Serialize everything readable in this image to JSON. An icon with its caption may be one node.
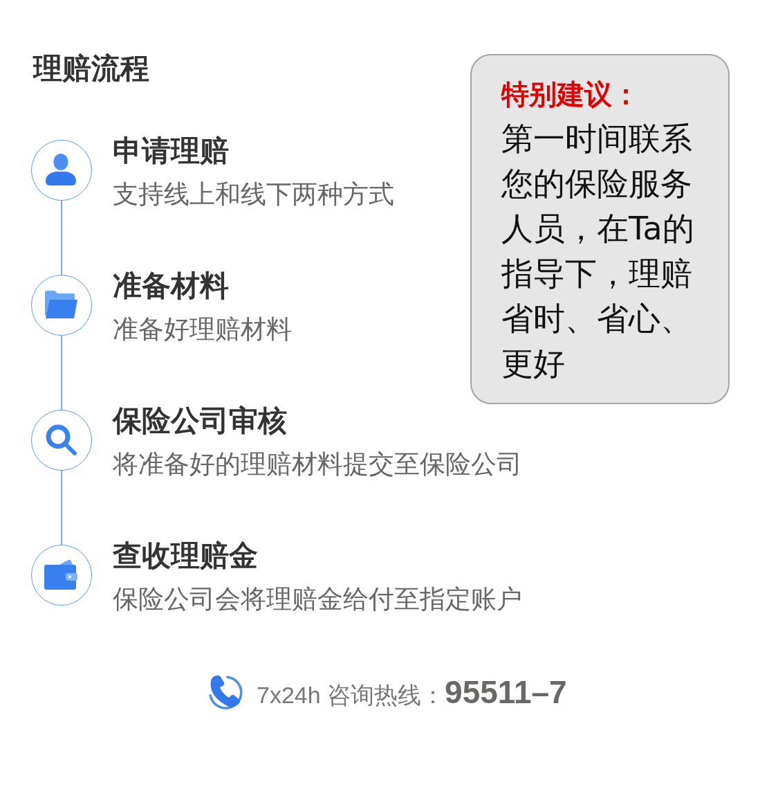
{
  "diagram": {
    "title": "理赔流程",
    "nodes": [
      {
        "text": [],
        "shape": "circle",
        "beside": [
          "申请理赔",
          "支持线上和线下两种方式"
        ]
      },
      {
        "text": [],
        "shape": "circle",
        "beside": [
          "准备材料",
          "准备好理赔材料"
        ]
      },
      {
        "text": [],
        "shape": "circle",
        "beside": [
          "保险公司审核",
          "将准备好的理赔材料提交至保险公司"
        ]
      },
      {
        "text": [],
        "shape": "circle",
        "beside": [
          "查收理赔金",
          "保险公司会将理赔金给付至指定账户"
        ]
      },
      {
        "text": [
          "特别建议：",
          "第一时间联系您的保险服务人员，在Ta的指导下，理赔省时、省心、更好"
        ]
      }
    ],
    "edges": [
      {
        "from": 0,
        "to": 1,
        "arrow": "none"
      },
      {
        "from": 1,
        "to": 2,
        "arrow": "none"
      },
      {
        "from": 2,
        "to": 3,
        "arrow": "none"
      }
    ],
    "labels": [
      "7x24h 咨询热线：**95511–7**"
    ]
  }
}
